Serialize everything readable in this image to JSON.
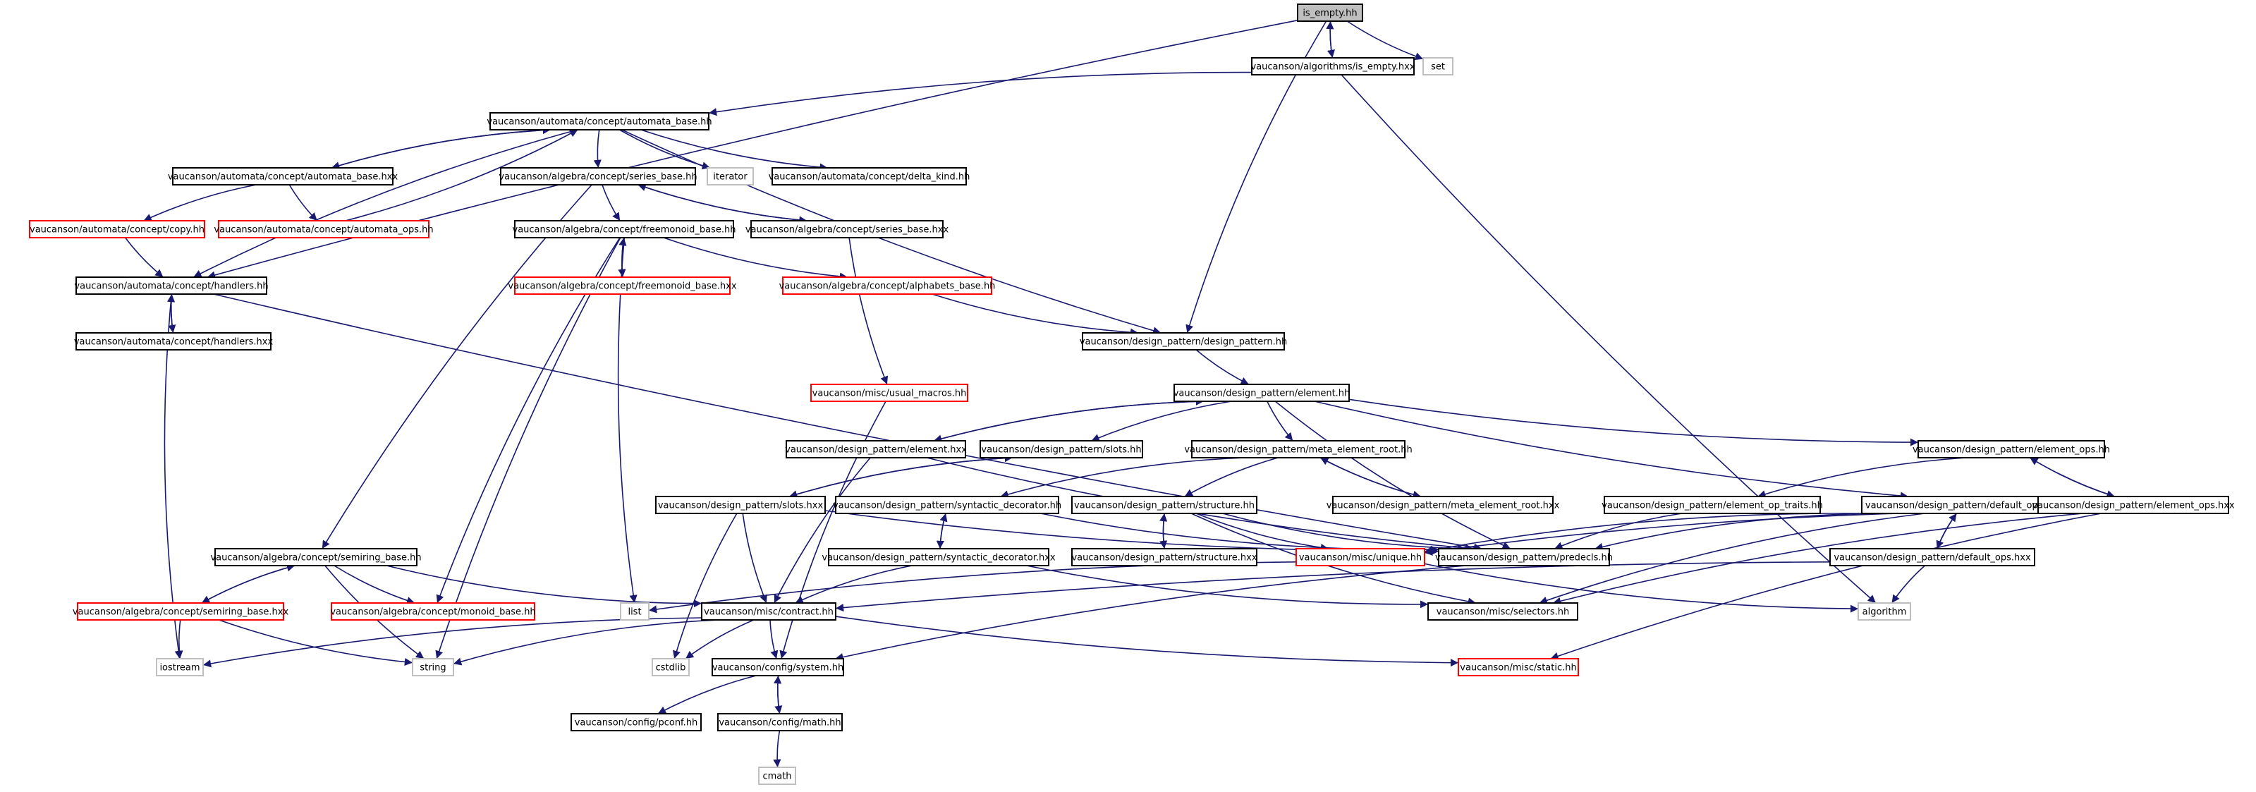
{
  "diagram": {
    "nodes": [
      {
        "id": "n1",
        "label": "is_empty.hh",
        "style": "root"
      },
      {
        "id": "n2",
        "label": "vaucanson/algorithms/is_empty.hxx",
        "style": "normal"
      },
      {
        "id": "n3",
        "label": "set",
        "style": "system"
      },
      {
        "id": "n4",
        "label": "vaucanson/automata/concept/automata_base.hh",
        "style": "normal"
      },
      {
        "id": "n5",
        "label": "vaucanson/automata/concept/automata_base.hxx",
        "style": "normal"
      },
      {
        "id": "n6",
        "label": "vaucanson/algebra/concept/series_base.hh",
        "style": "normal"
      },
      {
        "id": "n7",
        "label": "iterator",
        "style": "system"
      },
      {
        "id": "n8",
        "label": "vaucanson/automata/concept/delta_kind.hh",
        "style": "normal"
      },
      {
        "id": "n9",
        "label": "vaucanson/automata/concept/copy.hh",
        "style": "truncated"
      },
      {
        "id": "n10",
        "label": "vaucanson/automata/concept/automata_ops.hh",
        "style": "truncated"
      },
      {
        "id": "n11",
        "label": "vaucanson/algebra/concept/freemonoid_base.hh",
        "style": "normal"
      },
      {
        "id": "n12",
        "label": "vaucanson/algebra/concept/series_base.hxx",
        "style": "normal"
      },
      {
        "id": "n13",
        "label": "vaucanson/automata/concept/handlers.hh",
        "style": "normal"
      },
      {
        "id": "n14",
        "label": "vaucanson/algebra/concept/freemonoid_base.hxx",
        "style": "truncated"
      },
      {
        "id": "n15",
        "label": "vaucanson/algebra/concept/alphabets_base.hh",
        "style": "truncated"
      },
      {
        "id": "n16",
        "label": "vaucanson/automata/concept/handlers.hxx",
        "style": "normal"
      },
      {
        "id": "n17",
        "label": "vaucanson/design_pattern/design_pattern.hh",
        "style": "normal"
      },
      {
        "id": "n18",
        "label": "vaucanson/misc/usual_macros.hh",
        "style": "truncated"
      },
      {
        "id": "n19",
        "label": "vaucanson/design_pattern/element.hh",
        "style": "normal"
      },
      {
        "id": "n20",
        "label": "vaucanson/design_pattern/element.hxx",
        "style": "normal"
      },
      {
        "id": "n21",
        "label": "vaucanson/design_pattern/slots.hh",
        "style": "normal"
      },
      {
        "id": "n22",
        "label": "vaucanson/design_pattern/meta_element_root.hh",
        "style": "normal"
      },
      {
        "id": "n23",
        "label": "vaucanson/design_pattern/element_ops.hh",
        "style": "normal"
      },
      {
        "id": "n24",
        "label": "vaucanson/design_pattern/slots.hxx",
        "style": "normal"
      },
      {
        "id": "n25",
        "label": "vaucanson/design_pattern/syntactic_decorator.hh",
        "style": "normal"
      },
      {
        "id": "n26",
        "label": "vaucanson/design_pattern/structure.hh",
        "style": "normal"
      },
      {
        "id": "n27",
        "label": "vaucanson/design_pattern/meta_element_root.hxx",
        "style": "normal"
      },
      {
        "id": "n28",
        "label": "vaucanson/design_pattern/element_op_traits.hh",
        "style": "normal"
      },
      {
        "id": "n29",
        "label": "vaucanson/design_pattern/default_ops.hh",
        "style": "normal"
      },
      {
        "id": "n30",
        "label": "vaucanson/design_pattern/element_ops.hxx",
        "style": "normal"
      },
      {
        "id": "n31",
        "label": "vaucanson/algebra/concept/semiring_base.hh",
        "style": "normal"
      },
      {
        "id": "n32",
        "label": "vaucanson/design_pattern/syntactic_decorator.hxx",
        "style": "normal"
      },
      {
        "id": "n33",
        "label": "vaucanson/design_pattern/structure.hxx",
        "style": "normal"
      },
      {
        "id": "n34",
        "label": "vaucanson/misc/unique.hh",
        "style": "truncated"
      },
      {
        "id": "n35",
        "label": "vaucanson/design_pattern/predecls.hh",
        "style": "normal"
      },
      {
        "id": "n36",
        "label": "vaucanson/design_pattern/default_ops.hxx",
        "style": "normal"
      },
      {
        "id": "n37",
        "label": "vaucanson/algebra/concept/semiring_base.hxx",
        "style": "truncated"
      },
      {
        "id": "n38",
        "label": "vaucanson/algebra/concept/monoid_base.hh",
        "style": "truncated"
      },
      {
        "id": "n39",
        "label": "list",
        "style": "system"
      },
      {
        "id": "n40",
        "label": "vaucanson/misc/contract.hh",
        "style": "normal"
      },
      {
        "id": "n41",
        "label": "vaucanson/misc/selectors.hh",
        "style": "normal"
      },
      {
        "id": "n42",
        "label": "algorithm",
        "style": "system"
      },
      {
        "id": "n43",
        "label": "iostream",
        "style": "system"
      },
      {
        "id": "n44",
        "label": "string",
        "style": "system"
      },
      {
        "id": "n45",
        "label": "cstdlib",
        "style": "system"
      },
      {
        "id": "n46",
        "label": "vaucanson/config/system.hh",
        "style": "normal"
      },
      {
        "id": "n47",
        "label": "vaucanson/misc/static.hh",
        "style": "truncated"
      },
      {
        "id": "n48",
        "label": "vaucanson/config/pconf.hh",
        "style": "normal"
      },
      {
        "id": "n49",
        "label": "vaucanson/config/math.hh",
        "style": "normal"
      },
      {
        "id": "n50",
        "label": "cmath",
        "style": "system"
      }
    ],
    "edges": [
      [
        "n1",
        "n2"
      ],
      [
        "n2",
        "n1"
      ],
      [
        "n1",
        "n3"
      ],
      [
        "n1",
        "n13"
      ],
      [
        "n1",
        "n17"
      ],
      [
        "n2",
        "n4"
      ],
      [
        "n2",
        "n42"
      ],
      [
        "n4",
        "n5"
      ],
      [
        "n5",
        "n4"
      ],
      [
        "n4",
        "n6"
      ],
      [
        "n4",
        "n7"
      ],
      [
        "n4",
        "n8"
      ],
      [
        "n4",
        "n13"
      ],
      [
        "n4",
        "n17"
      ],
      [
        "n5",
        "n9"
      ],
      [
        "n5",
        "n10"
      ],
      [
        "n10",
        "n4"
      ],
      [
        "n9",
        "n13"
      ],
      [
        "n6",
        "n11"
      ],
      [
        "n6",
        "n12"
      ],
      [
        "n12",
        "n6"
      ],
      [
        "n6",
        "n31"
      ],
      [
        "n12",
        "n18"
      ],
      [
        "n11",
        "n14"
      ],
      [
        "n14",
        "n11"
      ],
      [
        "n11",
        "n15"
      ],
      [
        "n11",
        "n38"
      ],
      [
        "n11",
        "n39"
      ],
      [
        "n11",
        "n44"
      ],
      [
        "n15",
        "n17"
      ],
      [
        "n13",
        "n16"
      ],
      [
        "n16",
        "n13"
      ],
      [
        "n13",
        "n43"
      ],
      [
        "n13",
        "n35"
      ],
      [
        "n17",
        "n19"
      ],
      [
        "n18",
        "n46"
      ],
      [
        "n19",
        "n20"
      ],
      [
        "n20",
        "n19"
      ],
      [
        "n19",
        "n21"
      ],
      [
        "n19",
        "n22"
      ],
      [
        "n19",
        "n23"
      ],
      [
        "n19",
        "n29"
      ],
      [
        "n19",
        "n35"
      ],
      [
        "n20",
        "n40"
      ],
      [
        "n20",
        "n35"
      ],
      [
        "n21",
        "n24"
      ],
      [
        "n24",
        "n21"
      ],
      [
        "n24",
        "n40"
      ],
      [
        "n24",
        "n45"
      ],
      [
        "n24",
        "n35"
      ],
      [
        "n22",
        "n27"
      ],
      [
        "n27",
        "n22"
      ],
      [
        "n22",
        "n25"
      ],
      [
        "n22",
        "n26"
      ],
      [
        "n23",
        "n30"
      ],
      [
        "n30",
        "n23"
      ],
      [
        "n23",
        "n28"
      ],
      [
        "n25",
        "n32"
      ],
      [
        "n32",
        "n25"
      ],
      [
        "n25",
        "n35"
      ],
      [
        "n32",
        "n40"
      ],
      [
        "n32",
        "n41"
      ],
      [
        "n26",
        "n33"
      ],
      [
        "n33",
        "n26"
      ],
      [
        "n26",
        "n34"
      ],
      [
        "n26",
        "n35"
      ],
      [
        "n26",
        "n41"
      ],
      [
        "n28",
        "n35"
      ],
      [
        "n29",
        "n36"
      ],
      [
        "n36",
        "n29"
      ],
      [
        "n29",
        "n34"
      ],
      [
        "n29",
        "n41"
      ],
      [
        "n29",
        "n35"
      ],
      [
        "n30",
        "n34"
      ],
      [
        "n30",
        "n41"
      ],
      [
        "n30",
        "n47"
      ],
      [
        "n36",
        "n42"
      ],
      [
        "n36",
        "n40"
      ],
      [
        "n34",
        "n39"
      ],
      [
        "n34",
        "n42"
      ],
      [
        "n35",
        "n46"
      ],
      [
        "n31",
        "n37"
      ],
      [
        "n37",
        "n31"
      ],
      [
        "n31",
        "n38"
      ],
      [
        "n31",
        "n40"
      ],
      [
        "n31",
        "n44"
      ],
      [
        "n37",
        "n43"
      ],
      [
        "n37",
        "n44"
      ],
      [
        "n40",
        "n43"
      ],
      [
        "n40",
        "n44"
      ],
      [
        "n40",
        "n45"
      ],
      [
        "n40",
        "n46"
      ],
      [
        "n40",
        "n47"
      ],
      [
        "n46",
        "n48"
      ],
      [
        "n46",
        "n49"
      ],
      [
        "n49",
        "n46"
      ],
      [
        "n49",
        "n50"
      ]
    ]
  },
  "colors": {
    "normal_border": "#000000",
    "truncated_border": "#ff0000",
    "system_border": "#bfbfbf",
    "root_fill": "#bfbfbf",
    "edge": "#191970"
  }
}
